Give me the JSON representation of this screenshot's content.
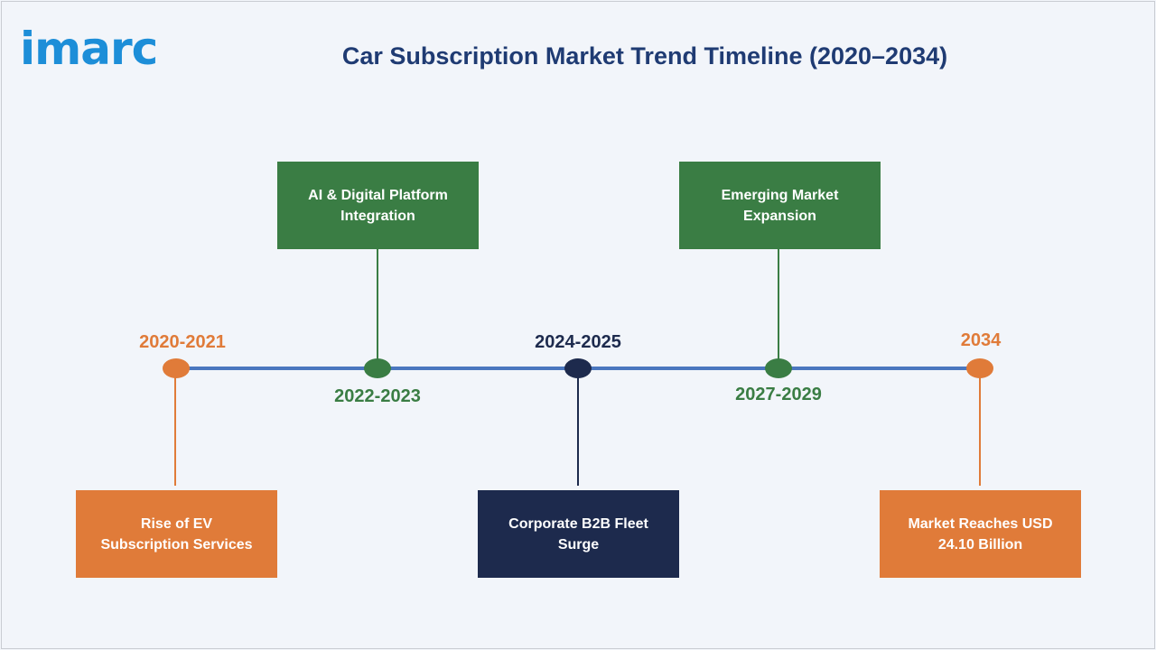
{
  "brand": {
    "logo_text": "imarc"
  },
  "title": "Car Subscription Market Trend Timeline (2020–2034)",
  "colors": {
    "orange": "#e07b39",
    "green": "#3a7d44",
    "navy": "#1d2a4d",
    "axis": "#4b77bf"
  },
  "milestones": [
    {
      "period": "2020-2021",
      "label": "Rise of EV Subscription Services",
      "color": "orange"
    },
    {
      "period": "2022-2023",
      "label": "AI & Digital Platform Integration",
      "color": "green"
    },
    {
      "period": "2024-2025",
      "label": "Corporate B2B Fleet Surge",
      "color": "navy"
    },
    {
      "period": "2027-2029",
      "label": "Emerging Market Expansion",
      "color": "green"
    },
    {
      "period": "2034",
      "label": "Market Reaches USD 24.10 Billion",
      "color": "orange"
    }
  ]
}
